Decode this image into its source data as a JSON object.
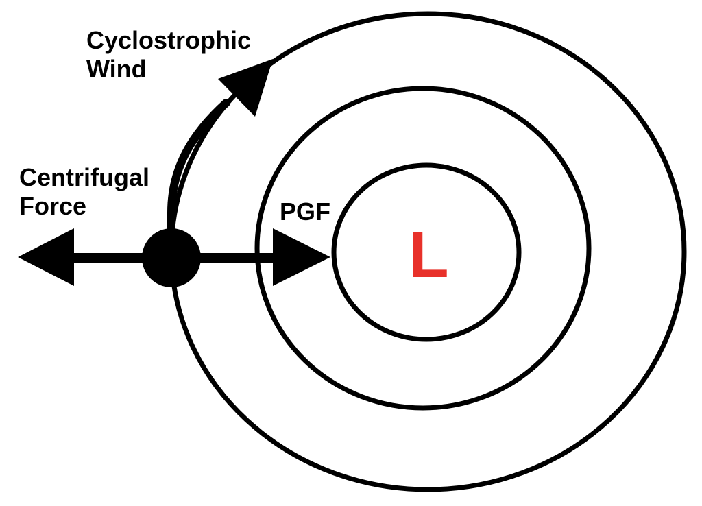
{
  "labels": {
    "wind_line1": "Cyclostrophic",
    "wind_line2": "Wind",
    "centrifugal_line1": "Centrifugal",
    "centrifugal_line2": "Force",
    "pgf": "PGF"
  },
  "center": {
    "letter": "L",
    "color": "#e8312a"
  },
  "stroke_color": "#000000"
}
